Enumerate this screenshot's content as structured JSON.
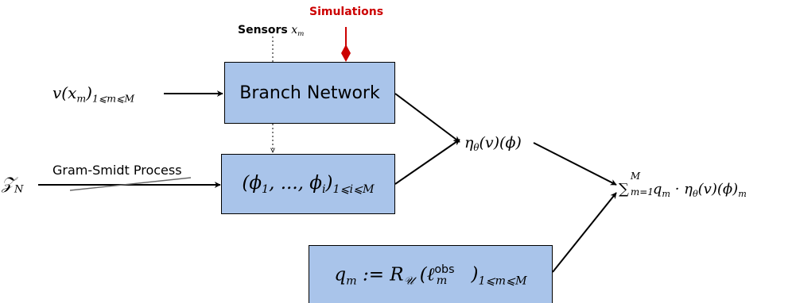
{
  "labels": {
    "simulations": "Simulations",
    "sensors": "Sensors",
    "sensors_var": "x",
    "sensors_var_sub": "m",
    "branch_input_var": "v(x",
    "branch_input_sub": "m",
    "branch_input_close": ")",
    "branch_input_range": "1⩽m⩽M",
    "z_symbol": "𝒵",
    "z_sub": "N",
    "gram_schmidt": "Gram-Smidt Process",
    "eta_text": "η",
    "eta_sub": "θ",
    "eta_rest": "(v)(ϕ)",
    "sum_symbol": "∑",
    "sum_sup": "M",
    "sum_sub": "m=1",
    "sum_body": "q",
    "sum_body_sub": "m",
    "sum_dot": " · η",
    "sum_eta_sub": "θ",
    "sum_rest": "(v)(ϕ)",
    "sum_outer_sub": "m"
  },
  "boxes": {
    "branch": {
      "label": "Branch Network"
    },
    "basis": {
      "open": "(ϕ",
      "sub1": "1",
      "mid": ", ..., ϕ",
      "subi": "i",
      "close": ")",
      "range": "1⩽i⩽M"
    },
    "obs": {
      "q": "q",
      "q_sub": "m",
      "assign": " := R",
      "r_sub": "𝒰",
      "paren_open": " (ℓ",
      "l_sup": "obs",
      "l_sub": "m",
      "paren_close": " )",
      "range": "1⩽m⩽M"
    }
  },
  "colors": {
    "box_fill": "#a9c4ea",
    "simulation_red": "#cc0000",
    "line": "#000000",
    "strike": "#666666"
  }
}
